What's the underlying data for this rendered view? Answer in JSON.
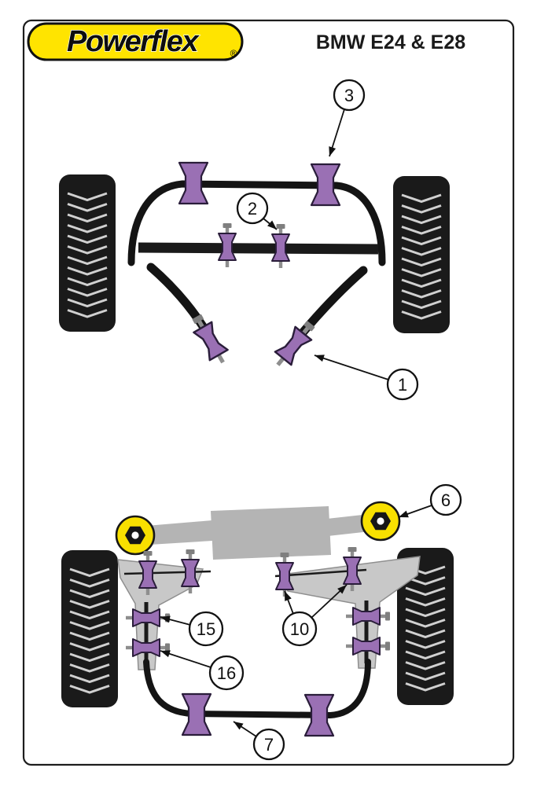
{
  "header": {
    "brand": "Powerflex",
    "registered": "®",
    "title": "BMW E24 & E28"
  },
  "callouts": {
    "c1": "1",
    "c2": "2",
    "c3": "3",
    "c6": "6",
    "c7": "7",
    "c10": "10",
    "c15": "15",
    "c16": "16"
  },
  "colors": {
    "brand_yellow": "#ffe400",
    "bush_purple": "#9a70b4",
    "bush_outline": "#2a1d3a",
    "rear_mount_yellow": "#f8e000",
    "subframe_gray": "#b4b4b4",
    "arm_gray": "#c8c8c8",
    "tire_black": "#1a1a1a"
  }
}
